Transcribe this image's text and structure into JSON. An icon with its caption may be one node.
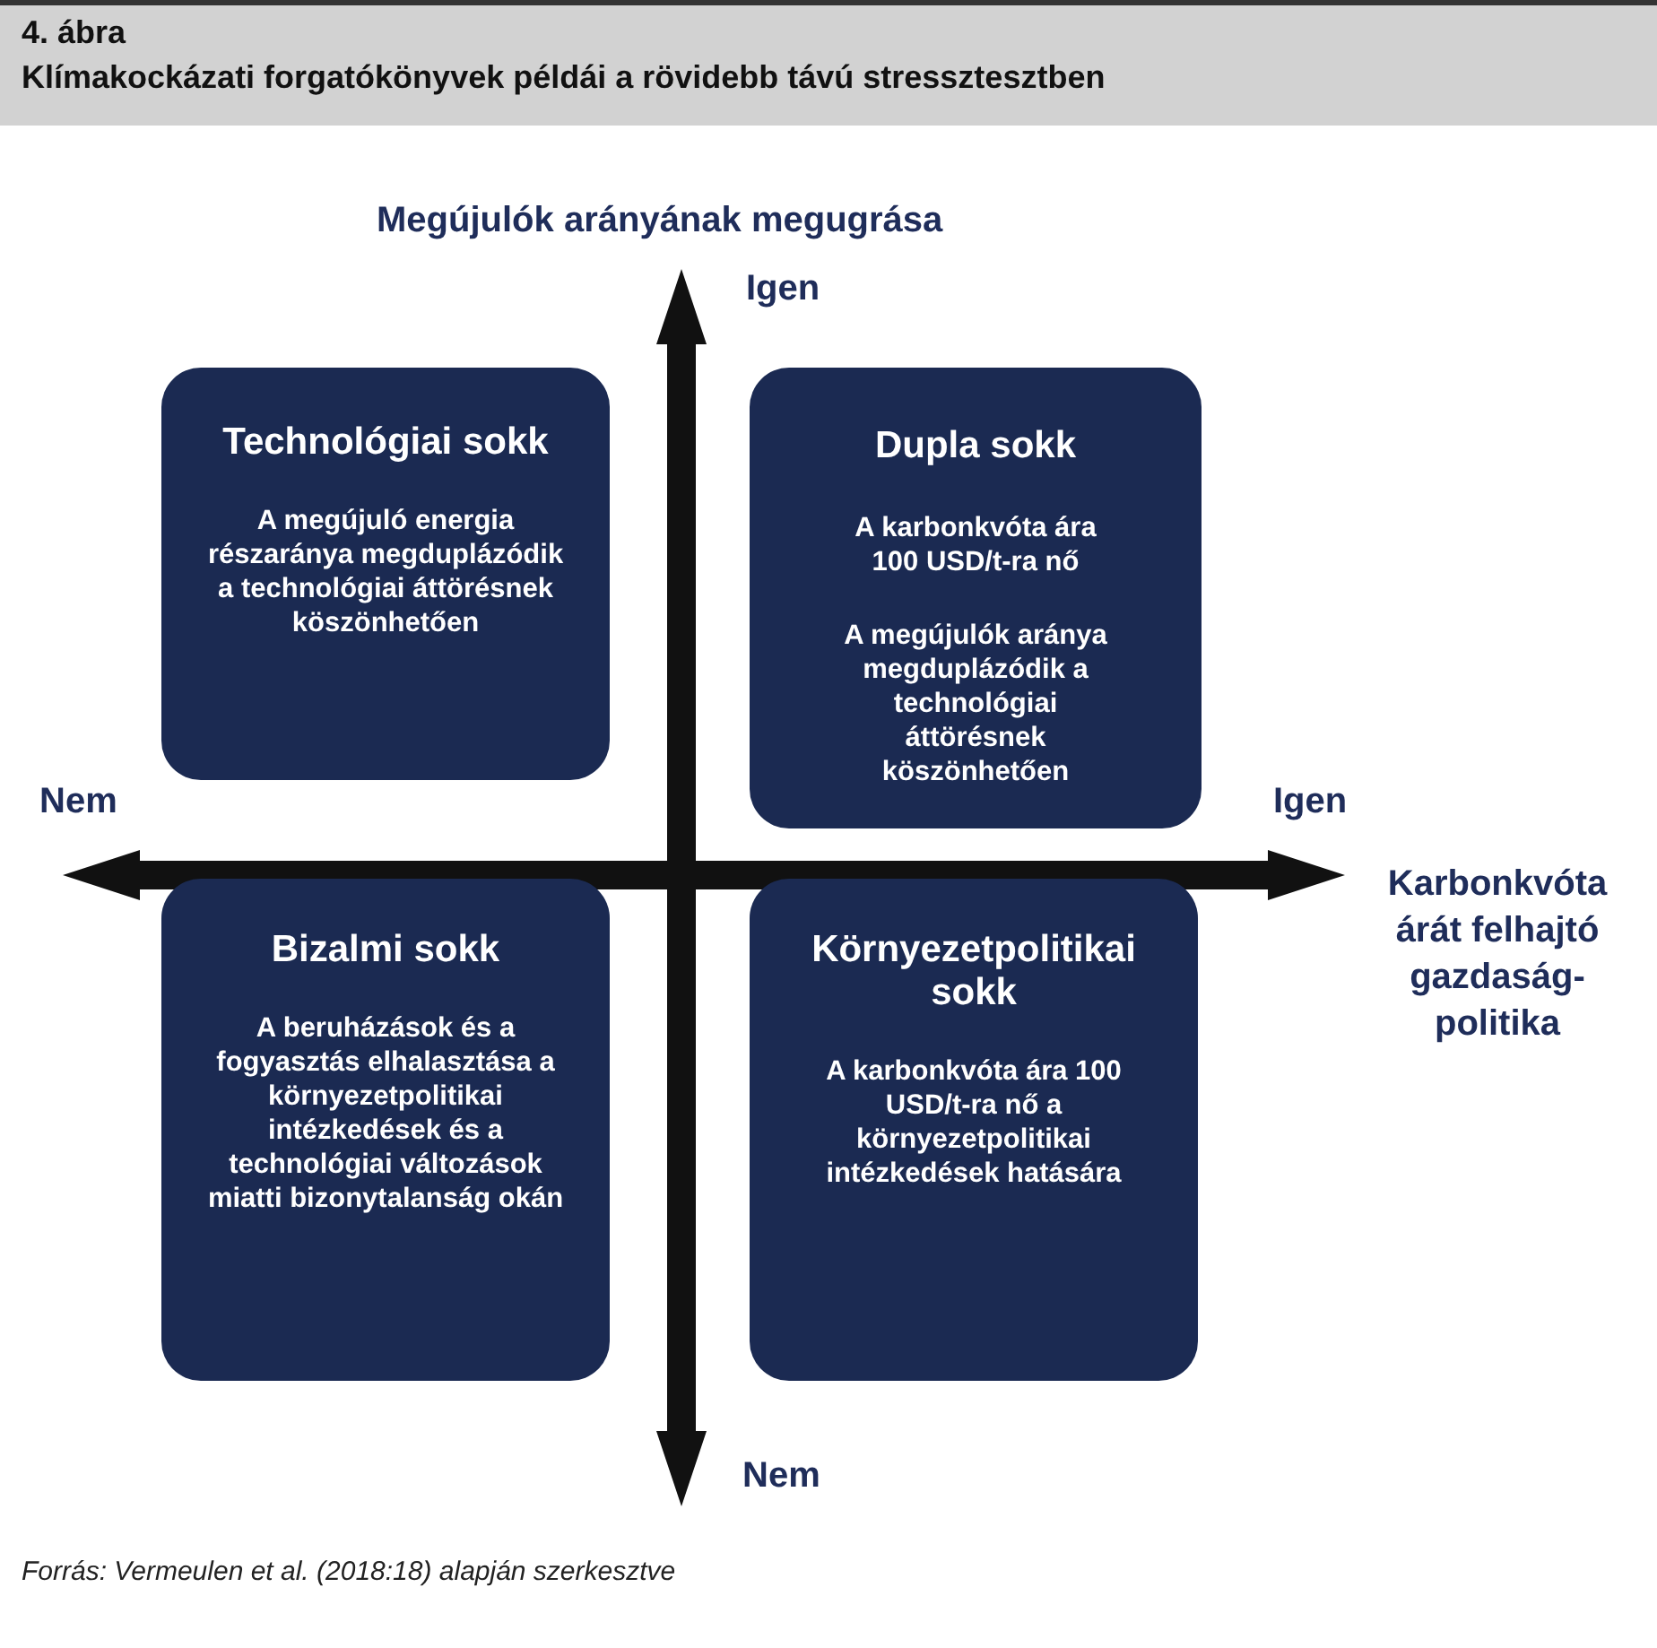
{
  "diagram": {
    "title": "Klímakockázati forgatókönyvek példái a rövidebb távú stressztesztben",
    "caption": "Forrás: Vermeulen et al. (2018:18) alapján szerkesztve",
    "nodes": [
      {
        "text": [
          "Technológiai sokk",
          "A megújuló energia részaránya megduplázódik a technológiai áttörésnek köszönhetően"
        ]
      },
      {
        "text": [
          "Dupla sokk",
          "A karbonkvóta ára 100 USD/t-ra nő",
          "A megújulók aránya megduplázódik a technológiai áttörésnek köszönhetően"
        ]
      },
      {
        "text": [
          "Bizalmi sokk",
          "A beruházások és a fogyasztás elhalasztása a környezetpolitikai intézkedések és a technológiai változások miatti bizonytalanság okán"
        ]
      },
      {
        "text": [
          "Környezetpolitikai sokk",
          "A karbonkvóta ára 100 USD/t-ra nő a környezetpolitikai intézkedések hatására"
        ]
      }
    ],
    "labels": [
      "4. ábra",
      "Megújulók arányának megugrása",
      "Igen",
      "Nem",
      "Igen",
      "Karbonkvóta árát felhajtó gazdaság-politika",
      "Nem"
    ]
  }
}
